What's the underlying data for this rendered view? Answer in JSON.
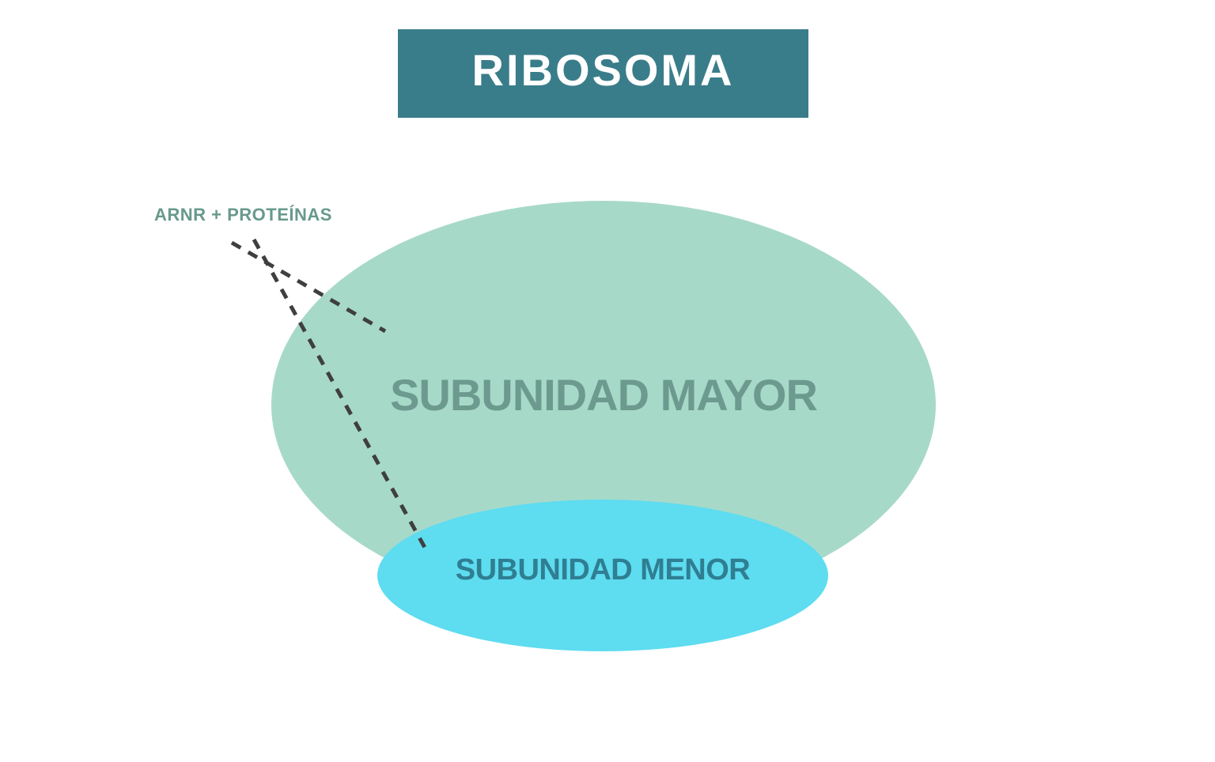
{
  "title": {
    "text": "RIBOSOMA",
    "bg_color": "#3a7d8a",
    "text_color": "#ffffff"
  },
  "annotation": {
    "text": "ARNR + PROTEÍNAS",
    "text_color": "#67998c"
  },
  "diagram": {
    "major_subunit": {
      "label": "SUBUNIDAD MAYOR",
      "fill_color": "#a7d9c9",
      "text_color": "#6d9a8e"
    },
    "minor_subunit": {
      "label": "SUBUNIDAD MENOR",
      "fill_color": "#5edcf0",
      "text_color": "#2f7e92"
    },
    "connector_color": "#3f3f3f"
  }
}
